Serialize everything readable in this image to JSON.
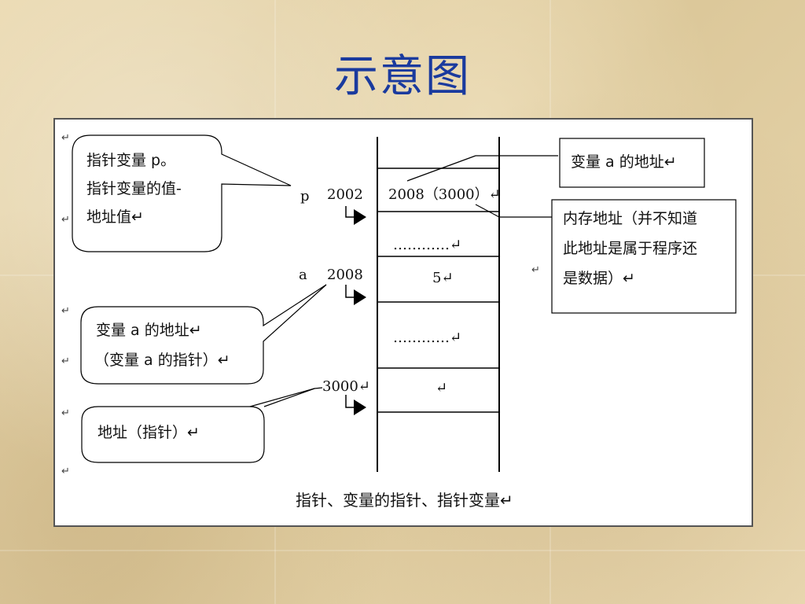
{
  "slide": {
    "title": "示意图"
  },
  "callouts": {
    "pointer_var": {
      "line1": "指针变量 p。",
      "line2": "指针变量的值-",
      "line3": "地址值↵"
    },
    "var_addr": {
      "line1": "变量 a 的地址↵",
      "line2": "（变量 a 的指针）↵"
    },
    "addr_pointer": {
      "line1": "地址（指针）↵"
    },
    "addr_of_a": {
      "line1": "变量 a 的地址↵"
    },
    "memory_addr": {
      "line1": "内存地址（并不知道",
      "line2": "此地址是属于程序还",
      "line3": "是数据）↵"
    }
  },
  "memory": {
    "p_name": "p",
    "p_addr": "2002",
    "p_value": "2008（3000）↵",
    "dots1": "…………↵",
    "a_name": "a",
    "a_addr": "2008",
    "a_value": "5↵",
    "dots2": "…………↵",
    "addr3000": "3000↵",
    "cell3000": "↵"
  },
  "caption": "指针、变量的指针、指针变量↵",
  "para_mark": "↵"
}
